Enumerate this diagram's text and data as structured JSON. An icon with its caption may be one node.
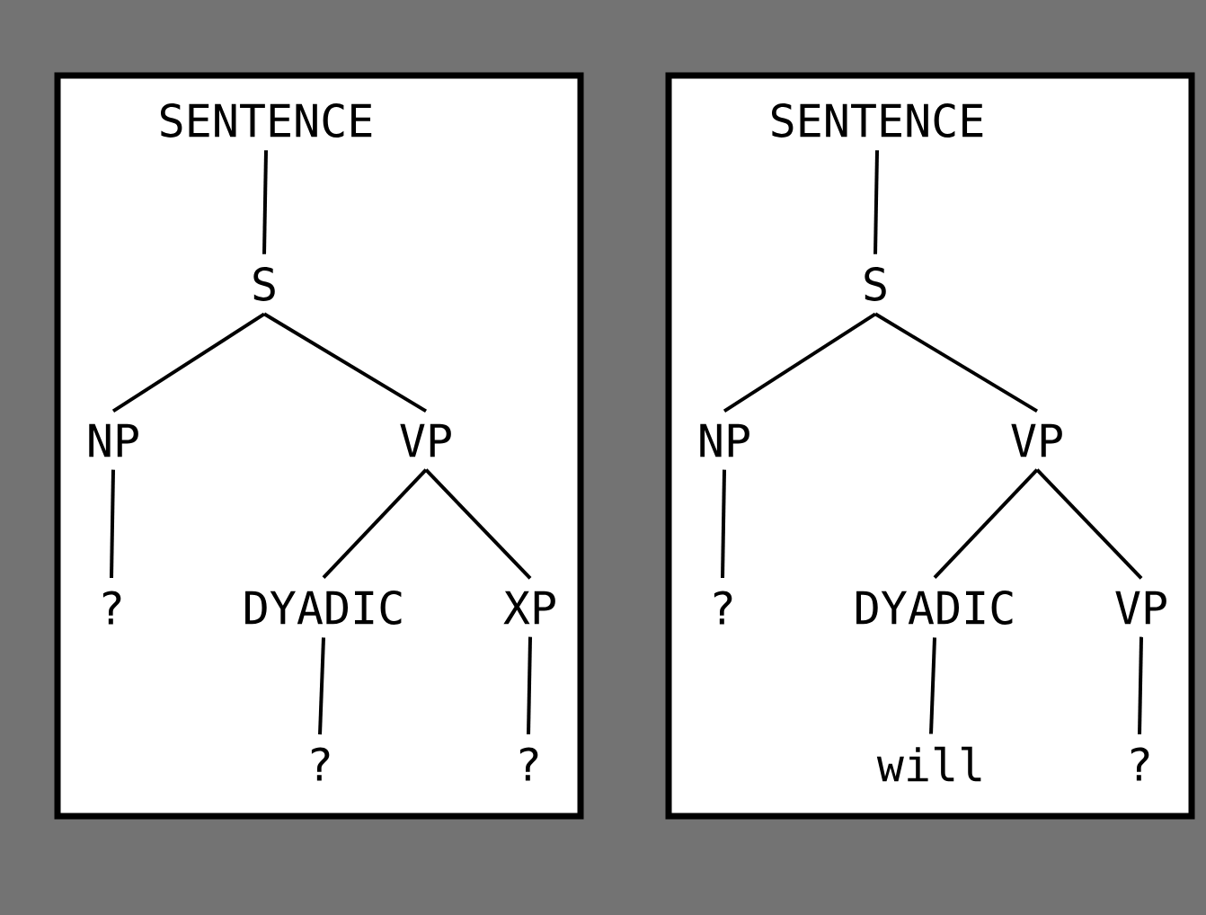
{
  "diagram": {
    "nodes": [
      {
        "text": [],
        "shape": "box"
      },
      {
        "text": [
          "SENTENCE"
        ],
        "in": 0
      },
      {
        "text": [
          "S"
        ],
        "in": 0
      },
      {
        "text": [
          "NP"
        ],
        "in": 0
      },
      {
        "text": [
          "VP"
        ],
        "in": 0
      },
      {
        "text": [
          "?"
        ],
        "in": 0
      },
      {
        "text": [
          "DYADIC"
        ],
        "in": 0
      },
      {
        "text": [
          "XP"
        ],
        "in": 0
      },
      {
        "text": [
          "?"
        ],
        "in": 0
      },
      {
        "text": [
          "?"
        ],
        "in": 0
      },
      {
        "text": [],
        "shape": "box"
      },
      {
        "text": [
          "SENTENCE"
        ],
        "in": 10
      },
      {
        "text": [
          "S"
        ],
        "in": 10
      },
      {
        "text": [
          "NP"
        ],
        "in": 10
      },
      {
        "text": [
          "VP"
        ],
        "in": 10
      },
      {
        "text": [
          "?"
        ],
        "in": 10
      },
      {
        "text": [
          "DYADIC"
        ],
        "in": 10
      },
      {
        "text": [
          "VP"
        ],
        "in": 10
      },
      {
        "text": [
          "will"
        ],
        "in": 10
      },
      {
        "text": [
          "?"
        ],
        "in": 10
      }
    ],
    "edges": [
      {
        "from": 1,
        "to": 2,
        "arrow": "none"
      },
      {
        "from": 2,
        "to": 3,
        "arrow": "none"
      },
      {
        "from": 2,
        "to": 4,
        "arrow": "none"
      },
      {
        "from": 3,
        "to": 5,
        "arrow": "none"
      },
      {
        "from": 4,
        "to": 6,
        "arrow": "none"
      },
      {
        "from": 4,
        "to": 7,
        "arrow": "none"
      },
      {
        "from": 6,
        "to": 8,
        "arrow": "none"
      },
      {
        "from": 7,
        "to": 9,
        "arrow": "none"
      },
      {
        "from": 11,
        "to": 12,
        "arrow": "none"
      },
      {
        "from": 12,
        "to": 13,
        "arrow": "none"
      },
      {
        "from": 12,
        "to": 14,
        "arrow": "none"
      },
      {
        "from": 13,
        "to": 15,
        "arrow": "none"
      },
      {
        "from": 14,
        "to": 16,
        "arrow": "none"
      },
      {
        "from": 14,
        "to": 17,
        "arrow": "none"
      },
      {
        "from": 16,
        "to": 18,
        "arrow": "none"
      },
      {
        "from": 17,
        "to": 19,
        "arrow": "none"
      }
    ]
  }
}
